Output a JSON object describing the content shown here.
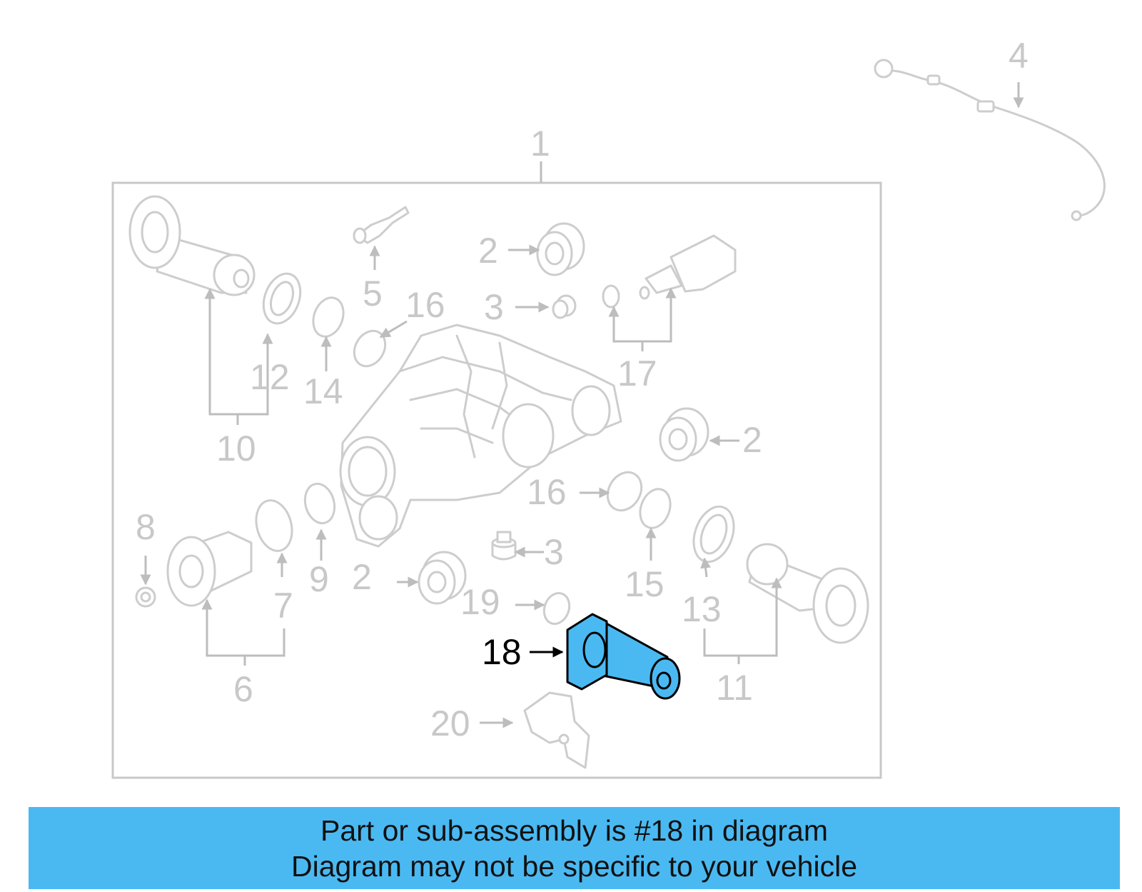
{
  "diagram": {
    "highlight_color": "#4ab9f2",
    "callouts": {
      "c1": "1",
      "c2a": "2",
      "c2b": "2",
      "c2c": "2",
      "c3a": "3",
      "c3b": "3",
      "c4": "4",
      "c5": "5",
      "c6": "6",
      "c7": "7",
      "c8": "8",
      "c9": "9",
      "c10": "10",
      "c11": "11",
      "c12": "12",
      "c13": "13",
      "c14": "14",
      "c15": "15",
      "c16a": "16",
      "c16b": "16",
      "c17": "17",
      "c18": "18",
      "c19": "19",
      "c20": "20"
    }
  },
  "banner": {
    "line1": "Part or sub-assembly is #18 in diagram",
    "line2": "Diagram may not be specific to your vehicle",
    "background": "#4ab9f2"
  }
}
